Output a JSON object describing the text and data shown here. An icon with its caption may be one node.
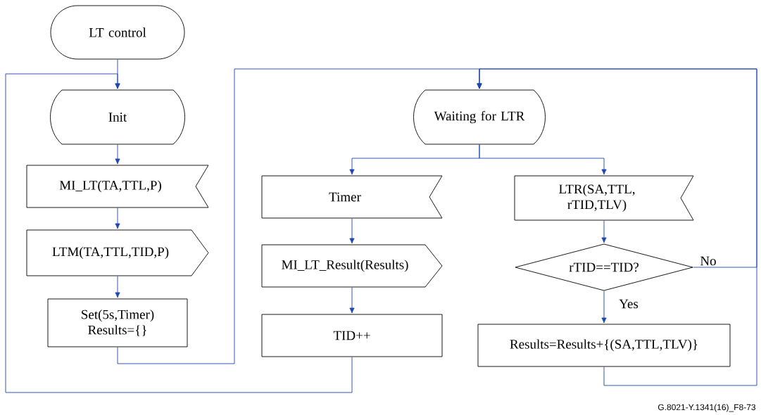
{
  "diagram": {
    "nodes": [
      {
        "text": [
          "LT control"
        ]
      },
      {
        "text": [
          "Init"
        ]
      },
      {
        "text": [
          "MI_LT(TA,TTL,P)"
        ]
      },
      {
        "text": [
          "LTM(TA,TTL,TID,P)"
        ]
      },
      {
        "text": [
          "Set(5s,Timer) Results={}"
        ]
      },
      {
        "text": [
          "Waiting for LTR"
        ]
      },
      {
        "text": [
          "Timer"
        ]
      },
      {
        "text": [
          "MI_LT_Result(Results)"
        ]
      },
      {
        "text": [
          "TID++"
        ]
      },
      {
        "text": [
          "LTR(SA,TTL, rTID,TLV)"
        ]
      },
      {
        "text": [
          "rTID==TID?"
        ]
      },
      {
        "text": [
          "Results=Results+{(SA,TTL,TLV)}"
        ]
      }
    ],
    "edges": [
      {
        "from": 0,
        "to": 1,
        "arrow": "to"
      },
      {
        "from": 1,
        "to": 2,
        "arrow": "to"
      },
      {
        "from": 2,
        "to": 3,
        "arrow": "to"
      },
      {
        "from": 3,
        "to": 4,
        "arrow": "to"
      },
      {
        "from": 4,
        "to": 5,
        "arrow": "to"
      },
      {
        "from": 5,
        "to": 6,
        "arrow": "to"
      },
      {
        "from": 5,
        "to": 9,
        "arrow": "to"
      },
      {
        "from": 6,
        "to": 7,
        "arrow": "to"
      },
      {
        "from": 7,
        "to": 8,
        "arrow": "to"
      },
      {
        "from": 8,
        "to": 1,
        "arrow": "to"
      },
      {
        "from": 9,
        "to": 10,
        "arrow": "to"
      },
      {
        "from": 10,
        "to": 11,
        "arrow": "to",
        "label": "Yes"
      },
      {
        "from": 10,
        "to": 5,
        "arrow": "to",
        "label": "No"
      },
      {
        "from": 11,
        "to": 5,
        "arrow": "to"
      }
    ],
    "labels": [
      "G.8021-Y.1341(16)_F8-73"
    ]
  }
}
